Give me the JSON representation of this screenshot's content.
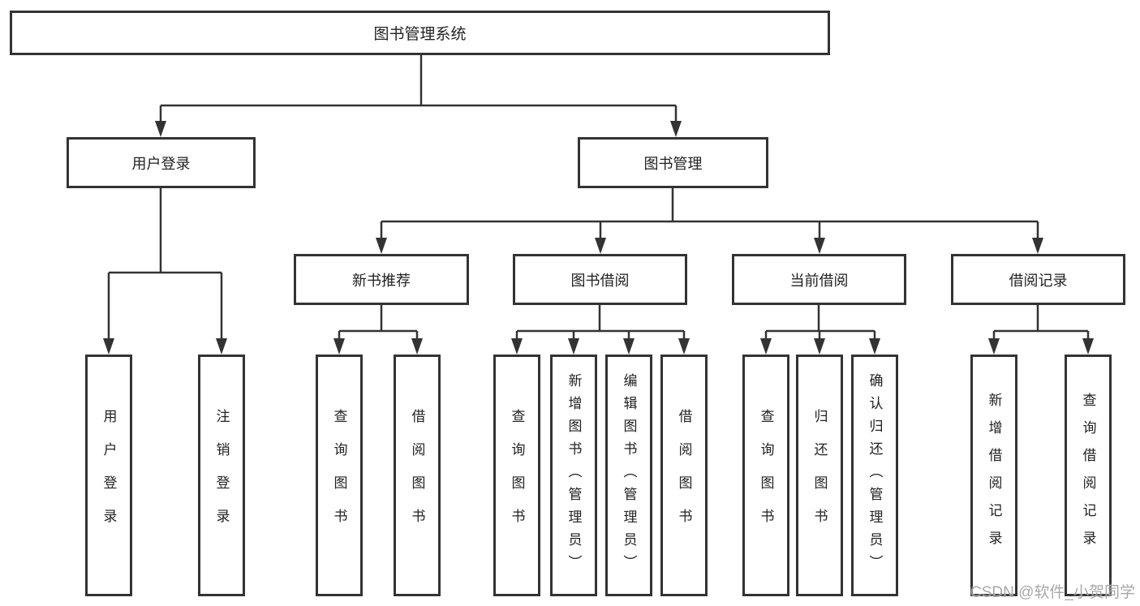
{
  "tree": {
    "label": "图书管理系统",
    "children": [
      {
        "label": "用户登录",
        "children": [
          {
            "label": "用户登录"
          },
          {
            "label": "注销登录"
          }
        ]
      },
      {
        "label": "图书管理",
        "children": [
          {
            "label": "新书推荐",
            "children": [
              {
                "label": "查询图书"
              },
              {
                "label": "借阅图书"
              }
            ]
          },
          {
            "label": "图书借阅",
            "children": [
              {
                "label": "查询图书"
              },
              {
                "label": "新增图书（管理员）"
              },
              {
                "label": "编辑图书（管理员）"
              },
              {
                "label": "借阅图书"
              }
            ]
          },
          {
            "label": "当前借阅",
            "children": [
              {
                "label": "查询图书"
              },
              {
                "label": "归还图书"
              },
              {
                "label": "确认归还（管理员）"
              }
            ]
          },
          {
            "label": "借阅记录",
            "children": [
              {
                "label": "新增借阅记录"
              },
              {
                "label": "查询借阅记录"
              }
            ]
          }
        ]
      }
    ]
  },
  "watermark": {
    "text": "CSDN @软件_小贺同学"
  },
  "colors": {
    "line": "#333333",
    "text": "#222222",
    "background": "#ffffff",
    "watermark": "#9f9f9f"
  }
}
